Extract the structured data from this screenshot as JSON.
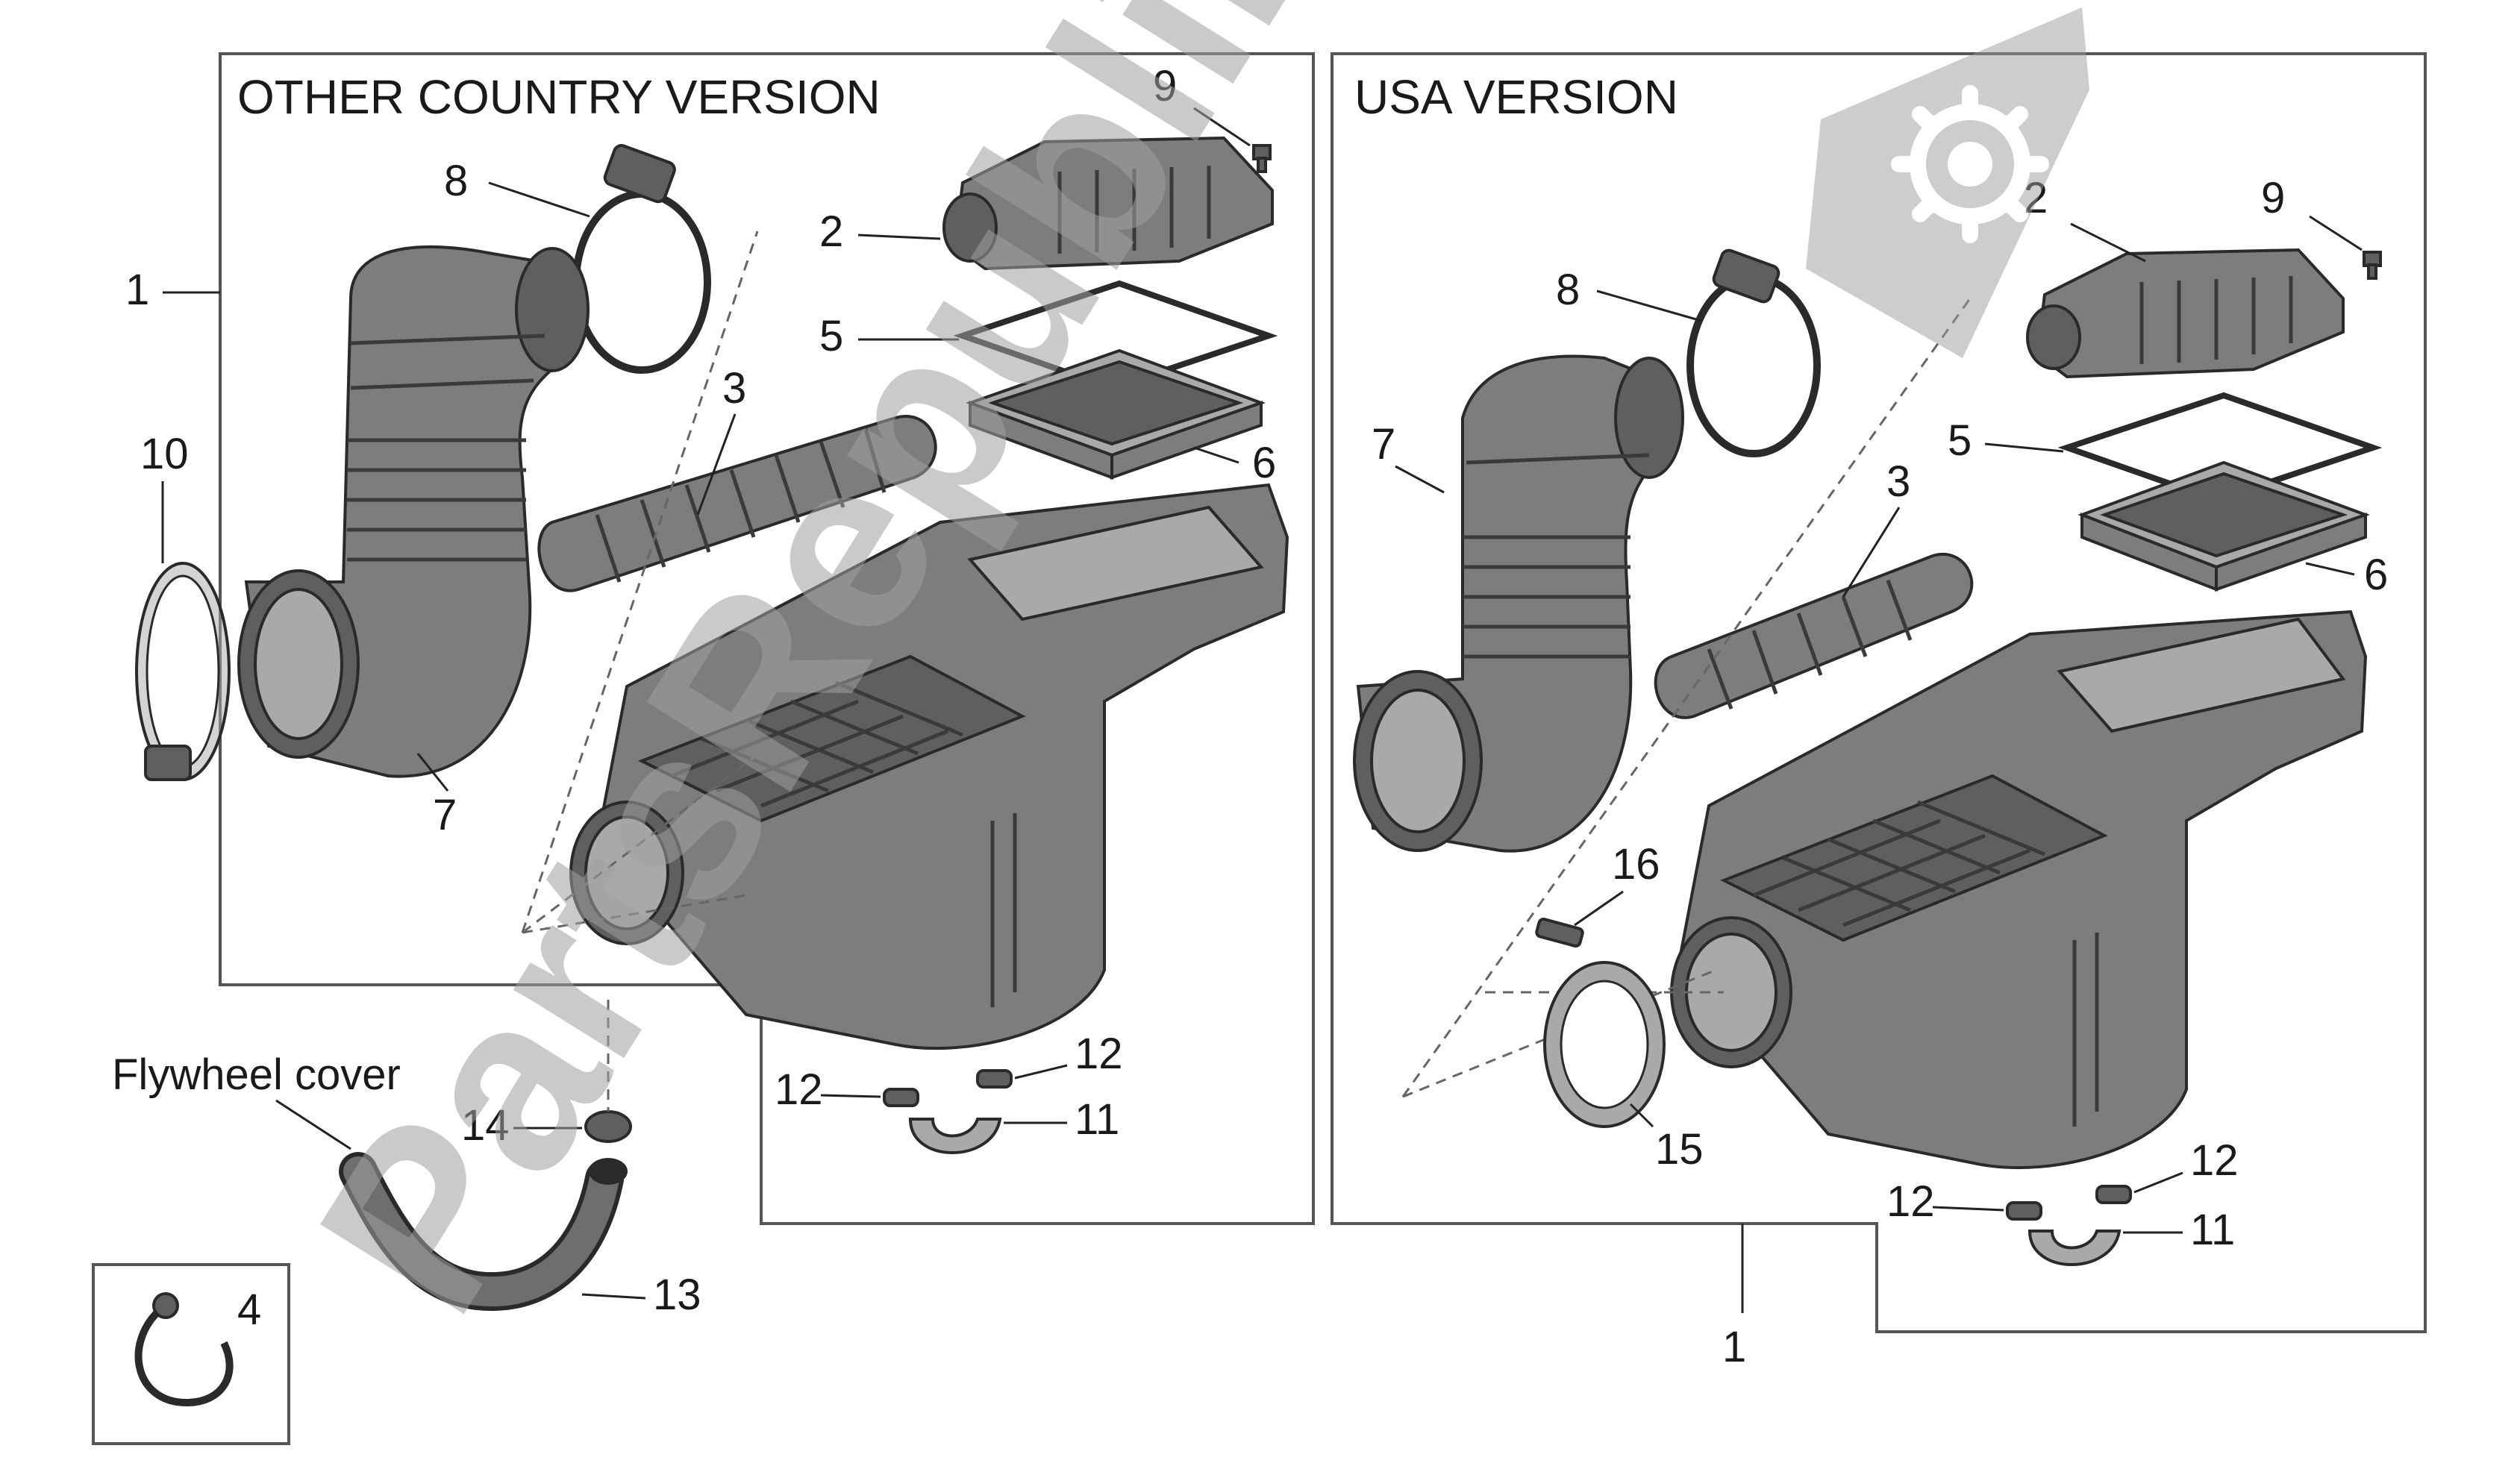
{
  "watermark": {
    "text": "PartsRepublik",
    "icon": "gear-icon"
  },
  "left_panel": {
    "title": "OTHER COUNTRY VERSION",
    "labels": {
      "p1": "1",
      "p2": "2",
      "p3": "3",
      "p5": "5",
      "p6": "6",
      "p7": "7",
      "p8": "8",
      "p9": "9",
      "p10": "10",
      "p11": "11",
      "p12a": "12",
      "p12b": "12"
    }
  },
  "right_panel": {
    "title": "USA VERSION",
    "labels": {
      "p1": "1",
      "p2": "2",
      "p3": "3",
      "p5": "5",
      "p6": "6",
      "p7": "7",
      "p8": "8",
      "p9": "9",
      "p11": "11",
      "p12a": "12",
      "p12b": "12",
      "p15": "15",
      "p16": "16"
    }
  },
  "flywheel": {
    "caption": "Flywheel cover",
    "labels": {
      "p13": "13",
      "p14": "14"
    }
  },
  "inset": {
    "labels": {
      "p4": "4"
    }
  }
}
